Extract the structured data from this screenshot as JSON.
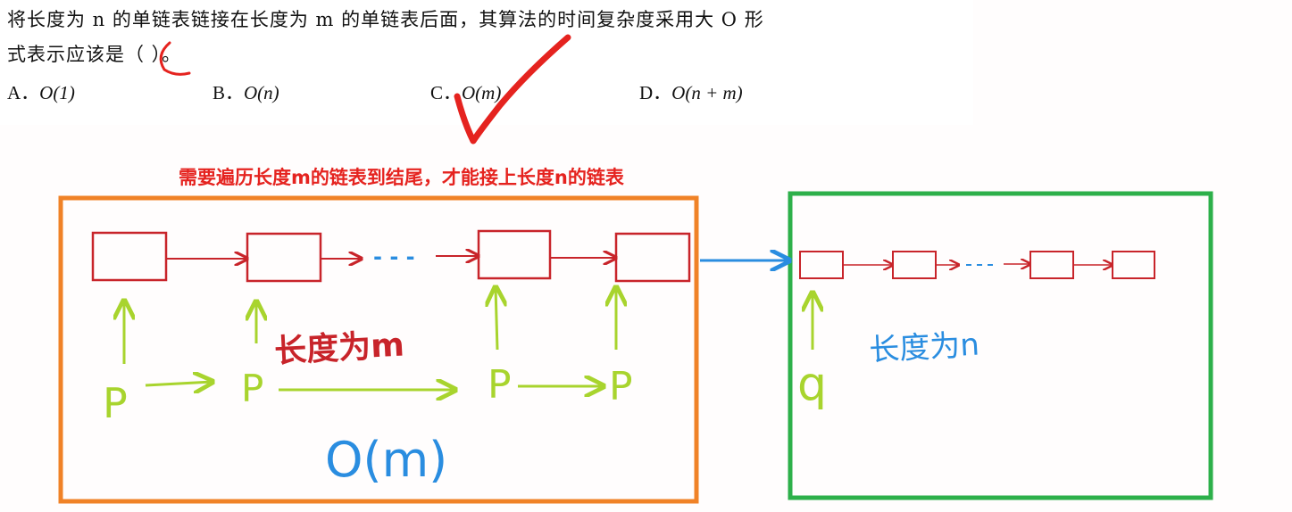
{
  "question": {
    "line1": "将长度为 n 的单链表链接在长度为 m 的单链表后面，其算法的时间复杂度采用大 O 形",
    "line2": "式表示应该是（ ）。",
    "options": [
      {
        "letter": "A．",
        "text": "O(1)"
      },
      {
        "letter": "B．",
        "text": "O(n)"
      },
      {
        "letter": "C．",
        "text": "O(m)"
      },
      {
        "letter": "D．",
        "text": "O(n + m)"
      }
    ],
    "answer_mark": "C"
  },
  "annotation": {
    "note": "需要遍历长度m的链表到结尾，才能接上长度n的链表",
    "left_list_label": "长度为m",
    "right_list_label": "长度为n",
    "complexity_label": "O(m)",
    "pointer_p": "P",
    "pointer_q": "q",
    "ellipsis": "- - -"
  },
  "colors": {
    "node": "#c8242a",
    "pointer": "#a8d42e",
    "handwriting": "#2a8de0",
    "left_box": "#f08227",
    "right_box": "#2db04a",
    "note": "#e5231f",
    "check": "#e5231f"
  }
}
